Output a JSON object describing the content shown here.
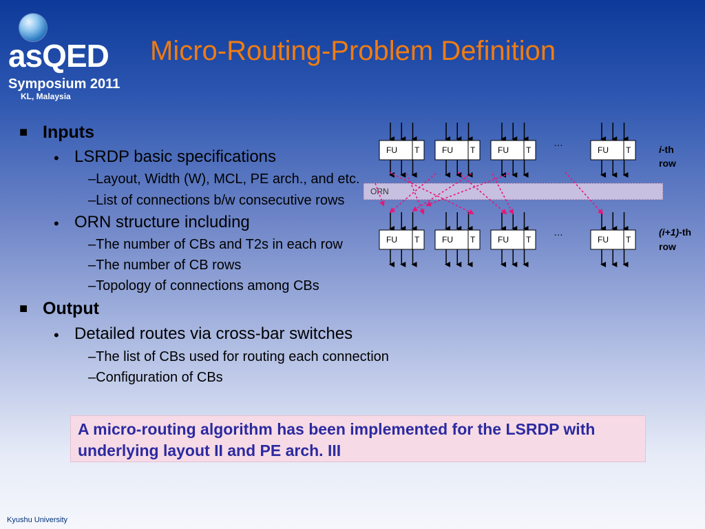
{
  "logo": {
    "brand": "asQED",
    "symposium": "Symposium 2011",
    "location": "KL, Malaysia"
  },
  "title": "Micro-Routing-Problem Definition",
  "bullets": {
    "inputs": "Inputs",
    "lsrdp": "LSRDP basic specifications",
    "lsrdp_sub1": "–Layout, Width (W), MCL, PE arch., and etc.",
    "lsrdp_sub2": "–List of connections b/w consecutive rows",
    "orn": "ORN structure including",
    "orn_sub1": "–The number of CBs and T2s in each row",
    "orn_sub2": "–The number of CB rows",
    "orn_sub3": "–Topology of connections among CBs",
    "output": "Output",
    "routes": "Detailed routes via cross-bar switches",
    "routes_sub1": "–The list of CBs used for routing each  connection",
    "routes_sub2": "–Configuration of CBs"
  },
  "diagram": {
    "fu_label": "FU",
    "t_label": "T",
    "orn_label": "ORN",
    "ellipsis": "…",
    "row_i_italic": "i",
    "row_i_suffix": "-th",
    "row_i_row": "row",
    "row_i1_italic": "(i+1)",
    "row_i1_suffix": "-th",
    "row_i1_row": "row",
    "accent_color": "#e8157a"
  },
  "callout": "A micro-routing algorithm has been implemented for the LSRDP with underlying layout II and PE arch. III",
  "footer": "Kyushu University"
}
